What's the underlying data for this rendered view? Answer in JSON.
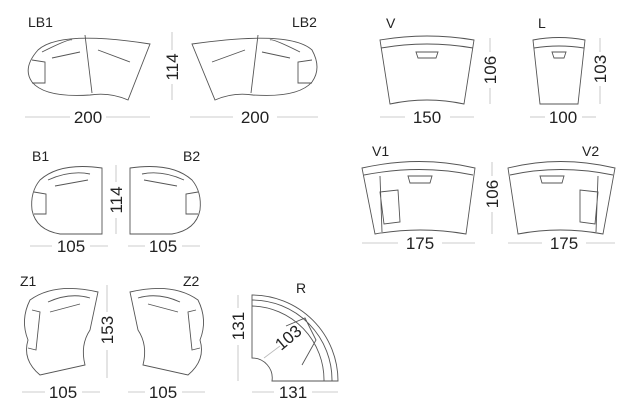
{
  "modules": {
    "LB1": {
      "label": "LB1",
      "width": "200",
      "depth": "114"
    },
    "LB2": {
      "label": "LB2",
      "width": "200"
    },
    "V": {
      "label": "V",
      "width": "150",
      "depth": "106"
    },
    "L": {
      "label": "L",
      "width": "100",
      "depth": "103"
    },
    "B1": {
      "label": "B1",
      "width": "105"
    },
    "B2": {
      "label": "B2",
      "width": "105",
      "depth": "114"
    },
    "V1": {
      "label": "V1",
      "width": "175"
    },
    "V2": {
      "label": "V2",
      "width": "175",
      "depth": "106"
    },
    "Z1": {
      "label": "Z1",
      "width": "105"
    },
    "Z2": {
      "label": "Z2",
      "width": "105",
      "depth": "153"
    },
    "R": {
      "label": "R",
      "width": "131",
      "depth": "131",
      "radius": "103"
    }
  }
}
